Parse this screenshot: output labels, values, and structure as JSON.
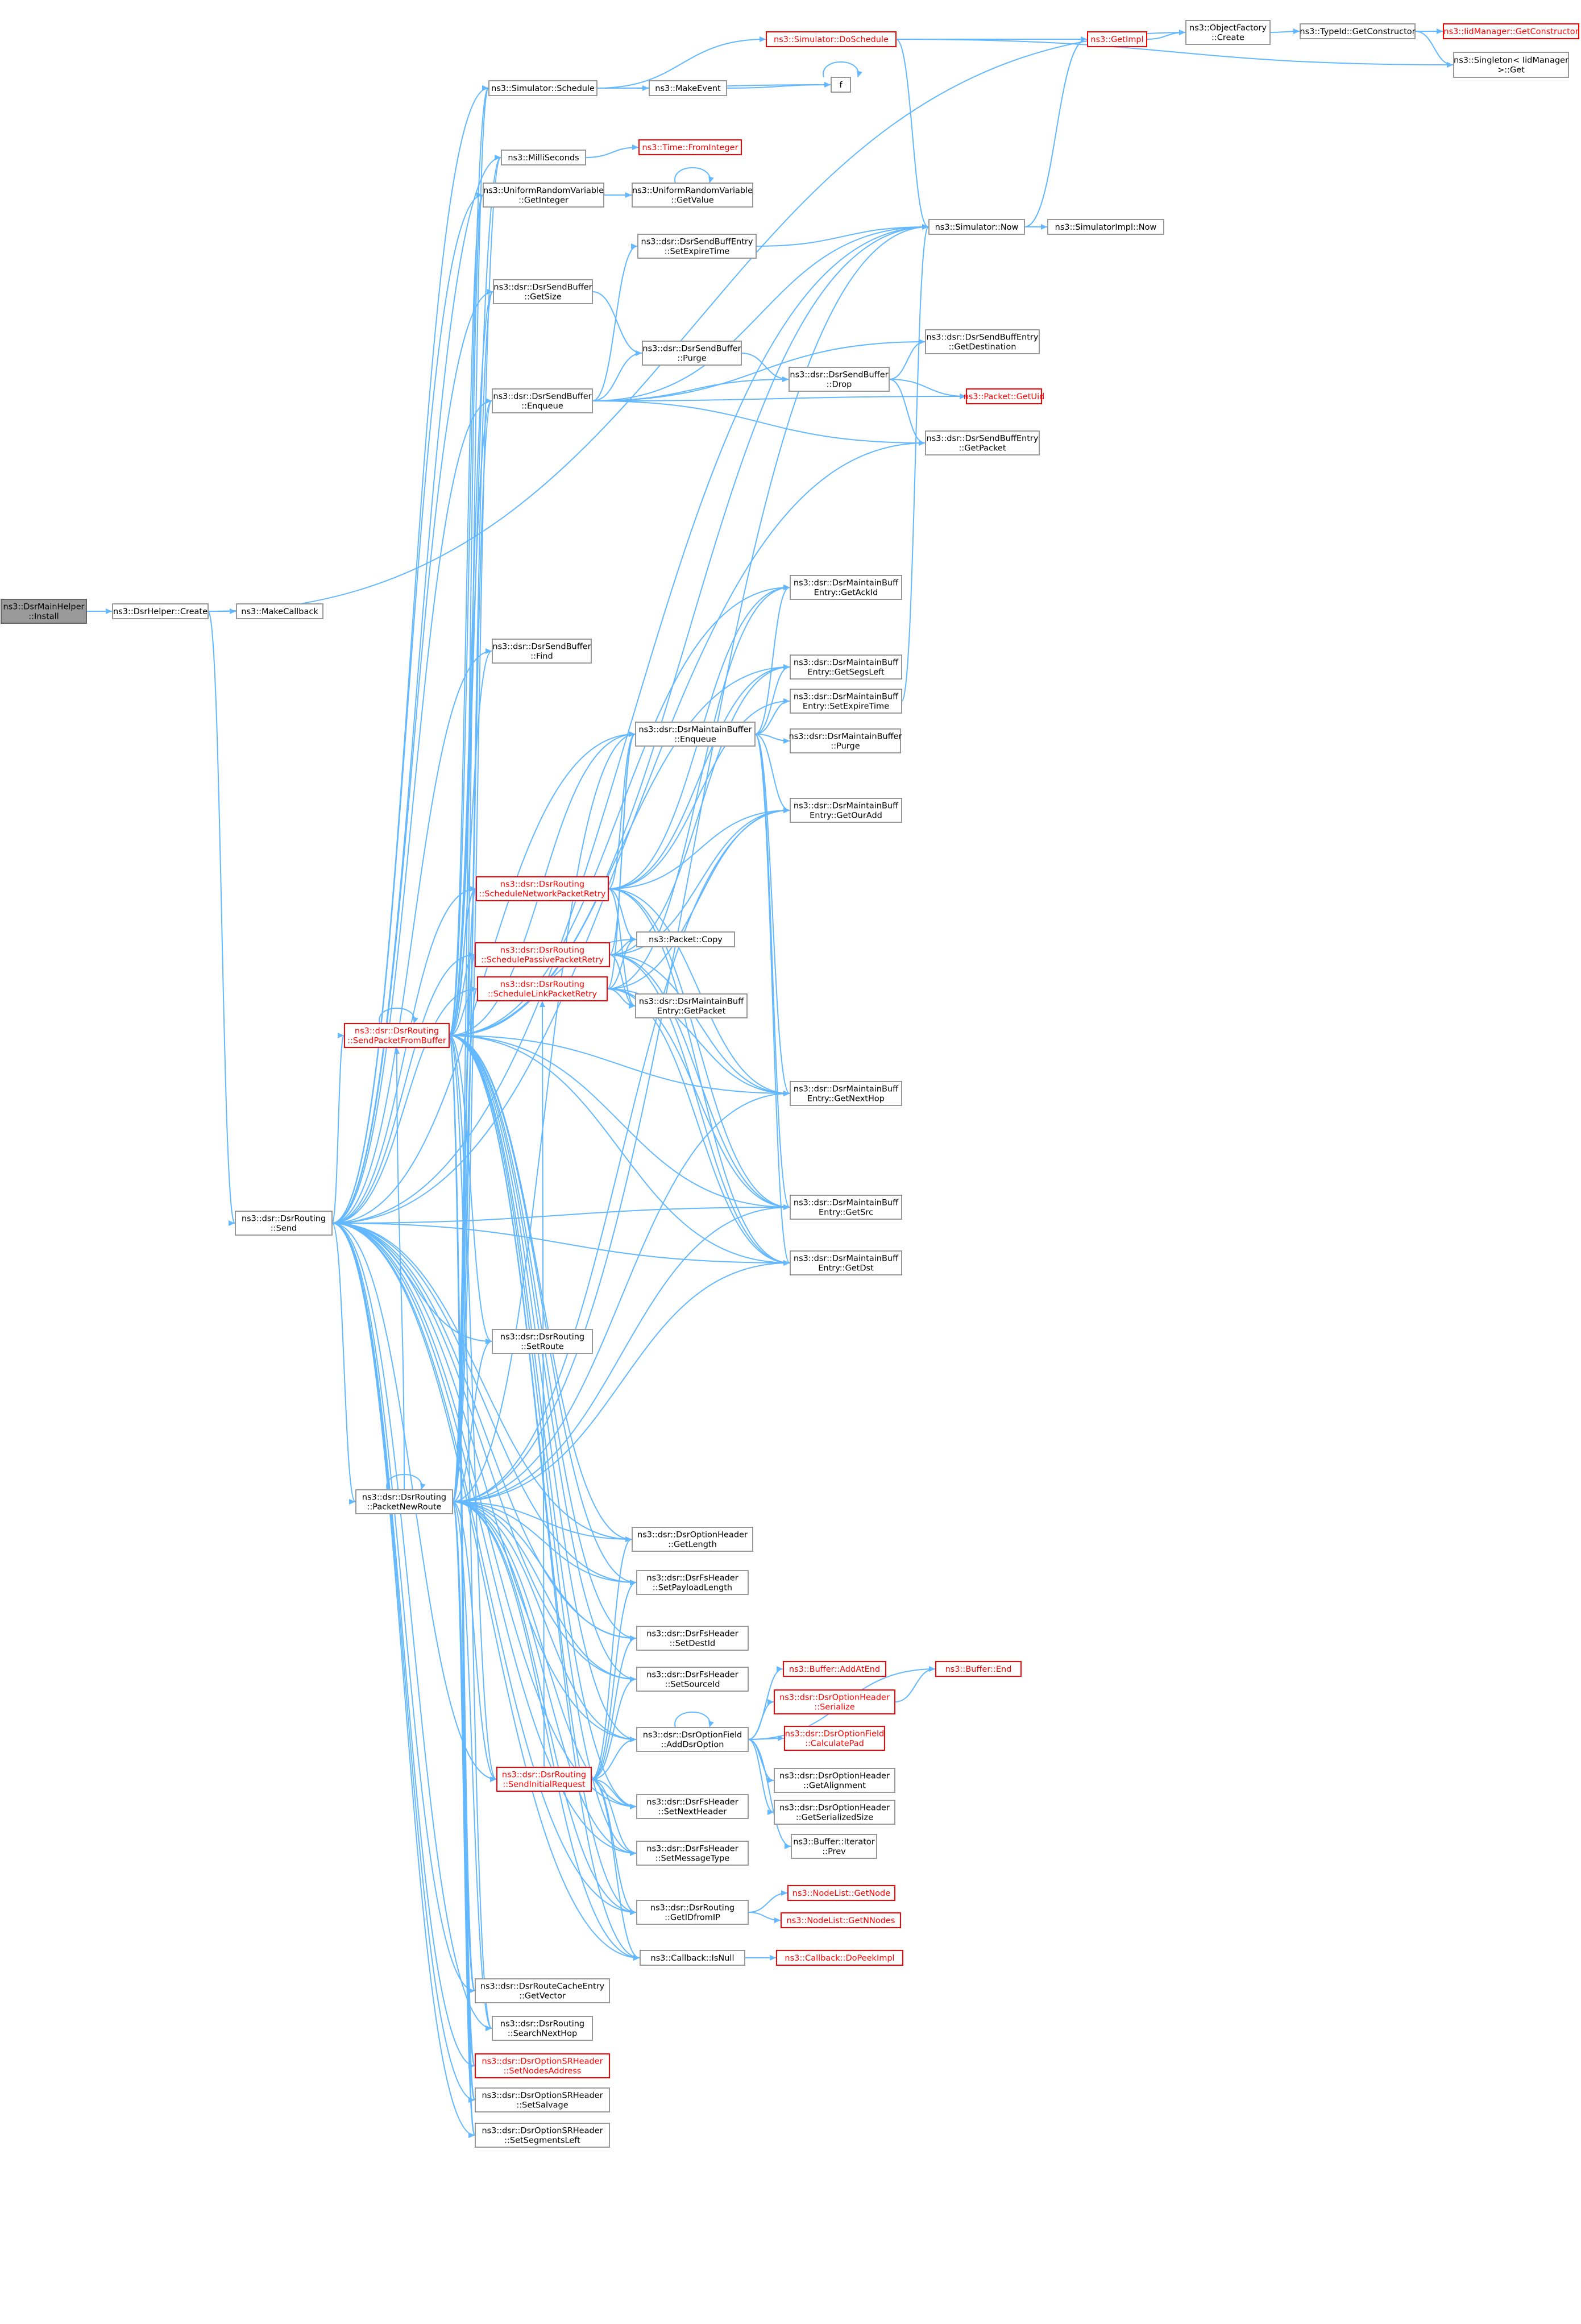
{
  "diagram": {
    "type": "call-graph",
    "nodes": [
      {
        "id": "install",
        "lines": [
          "ns3::DsrMainHelper",
          "::Install"
        ],
        "style": "root"
      },
      {
        "id": "dsrhelper_create",
        "lines": [
          "ns3::DsrHelper::Create"
        ]
      },
      {
        "id": "makecallback",
        "lines": [
          "ns3::MakeCallback"
        ]
      },
      {
        "id": "objectfactory_create",
        "lines": [
          "ns3::ObjectFactory",
          "::Create"
        ]
      },
      {
        "id": "typeid_getconstructor",
        "lines": [
          "ns3::TypeId::GetConstructor"
        ]
      },
      {
        "id": "iidmanager_getconstructor",
        "lines": [
          "ns3::IidManager::GetConstructor"
        ],
        "style": "red"
      },
      {
        "id": "singleton_get",
        "lines": [
          "ns3::Singleton< IidManager",
          "  >::Get"
        ]
      },
      {
        "id": "doschedule",
        "lines": [
          "ns3::Simulator::DoSchedule"
        ],
        "style": "red"
      },
      {
        "id": "getimpl",
        "lines": [
          "ns3::GetImpl"
        ],
        "style": "red"
      },
      {
        "id": "schedule",
        "lines": [
          "ns3::Simulator::Schedule"
        ]
      },
      {
        "id": "f",
        "lines": [
          "f"
        ]
      },
      {
        "id": "makeevent",
        "lines": [
          "ns3::MakeEvent"
        ]
      },
      {
        "id": "milliseconds",
        "lines": [
          "ns3::MilliSeconds"
        ]
      },
      {
        "id": "fromint",
        "lines": [
          "ns3::Time::FromInteger"
        ],
        "style": "red"
      },
      {
        "id": "urv_getint",
        "lines": [
          "ns3::UniformRandomVariable",
          "::GetInteger"
        ]
      },
      {
        "id": "urv_getval",
        "lines": [
          "ns3::UniformRandomVariable",
          "::GetValue"
        ]
      },
      {
        "id": "now",
        "lines": [
          "ns3::Simulator::Now"
        ]
      },
      {
        "id": "implnow",
        "lines": [
          "ns3::SimulatorImpl::Now"
        ]
      },
      {
        "id": "sb_getsize",
        "lines": [
          "ns3::dsr::DsrSendBuffer",
          "::GetSize"
        ]
      },
      {
        "id": "sbe_setexpire",
        "lines": [
          "ns3::dsr::DsrSendBuffEntry",
          "::SetExpireTime"
        ]
      },
      {
        "id": "sbe_getdest",
        "lines": [
          "ns3::dsr::DsrSendBuffEntry",
          "::GetDestination"
        ]
      },
      {
        "id": "sb_purge",
        "lines": [
          "ns3::dsr::DsrSendBuffer",
          "::Purge"
        ]
      },
      {
        "id": "sb_enqueue",
        "lines": [
          "ns3::dsr::DsrSendBuffer",
          "::Enqueue"
        ]
      },
      {
        "id": "sb_drop",
        "lines": [
          "ns3::dsr::DsrSendBuffer",
          "::Drop"
        ]
      },
      {
        "id": "getuid",
        "lines": [
          "ns3::Packet::GetUid"
        ],
        "style": "red"
      },
      {
        "id": "sbe_getpacket",
        "lines": [
          "ns3::dsr::DsrSendBuffEntry",
          "::GetPacket"
        ]
      },
      {
        "id": "mbe_getackid",
        "lines": [
          "ns3::dsr::DsrMaintainBuff",
          "Entry::GetAckId"
        ]
      },
      {
        "id": "sb_find",
        "lines": [
          "ns3::dsr::DsrSendBuffer",
          "::Find"
        ]
      },
      {
        "id": "mbe_getsegsleft",
        "lines": [
          "ns3::dsr::DsrMaintainBuff",
          "Entry::GetSegsLeft"
        ]
      },
      {
        "id": "mbe_setexpire",
        "lines": [
          "ns3::dsr::DsrMaintainBuff",
          "Entry::SetExpireTime"
        ]
      },
      {
        "id": "mb_enqueue",
        "lines": [
          "ns3::dsr::DsrMaintainBuffer",
          "::Enqueue"
        ]
      },
      {
        "id": "mb_purge",
        "lines": [
          "ns3::dsr::DsrMaintainBuffer",
          "::Purge"
        ]
      },
      {
        "id": "mbe_getouradd",
        "lines": [
          "ns3::dsr::DsrMaintainBuff",
          "Entry::GetOurAdd"
        ]
      },
      {
        "id": "sched_network",
        "lines": [
          "ns3::dsr::DsrRouting",
          "::ScheduleNetworkPacketRetry"
        ],
        "style": "red"
      },
      {
        "id": "pkt_copy",
        "lines": [
          "ns3::Packet::Copy"
        ]
      },
      {
        "id": "sched_passive",
        "lines": [
          "ns3::dsr::DsrRouting",
          "::SchedulePassivePacketRetry"
        ],
        "style": "red"
      },
      {
        "id": "sched_link",
        "lines": [
          "ns3::dsr::DsrRouting",
          "::ScheduleLinkPacketRetry"
        ],
        "style": "red"
      },
      {
        "id": "mbe_getpacket",
        "lines": [
          "ns3::dsr::DsrMaintainBuff",
          "Entry::GetPacket"
        ]
      },
      {
        "id": "sendfrombuffer",
        "lines": [
          "ns3::dsr::DsrRouting",
          "::SendPacketFromBuffer"
        ],
        "style": "red"
      },
      {
        "id": "mbe_getnexthop",
        "lines": [
          "ns3::dsr::DsrMaintainBuff",
          "Entry::GetNextHop"
        ]
      },
      {
        "id": "send",
        "lines": [
          "ns3::dsr::DsrRouting",
          "::Send"
        ]
      },
      {
        "id": "mbe_getsrc",
        "lines": [
          "ns3::dsr::DsrMaintainBuff",
          "Entry::GetSrc"
        ]
      },
      {
        "id": "mbe_getdst",
        "lines": [
          "ns3::dsr::DsrMaintainBuff",
          "Entry::GetDst"
        ]
      },
      {
        "id": "setroute",
        "lines": [
          "ns3::dsr::DsrRouting",
          "::SetRoute"
        ]
      },
      {
        "id": "packetnewroute",
        "lines": [
          "ns3::dsr::DsrRouting",
          "::PacketNewRoute"
        ]
      },
      {
        "id": "oh_getlength",
        "lines": [
          "ns3::dsr::DsrOptionHeader",
          "::GetLength"
        ]
      },
      {
        "id": "fs_setpayload",
        "lines": [
          "ns3::dsr::DsrFsHeader",
          "::SetPayloadLength"
        ]
      },
      {
        "id": "fs_setdestid",
        "lines": [
          "ns3::dsr::DsrFsHeader",
          "::SetDestId"
        ]
      },
      {
        "id": "buf_addatend",
        "lines": [
          "ns3::Buffer::AddAtEnd"
        ],
        "style": "red"
      },
      {
        "id": "buf_end",
        "lines": [
          "ns3::Buffer::End"
        ],
        "style": "red"
      },
      {
        "id": "oh_serialize",
        "lines": [
          "ns3::dsr::DsrOptionHeader",
          "::Serialize"
        ],
        "style": "red"
      },
      {
        "id": "fs_setsourceid",
        "lines": [
          "ns3::dsr::DsrFsHeader",
          "::SetSourceId"
        ]
      },
      {
        "id": "of_calcpad",
        "lines": [
          "ns3::dsr::DsrOptionField",
          "::CalculatePad"
        ],
        "style": "red"
      },
      {
        "id": "of_adddsroption",
        "lines": [
          "ns3::dsr::DsrOptionField",
          "::AddDsrOption"
        ]
      },
      {
        "id": "oh_getalign",
        "lines": [
          "ns3::dsr::DsrOptionHeader",
          "::GetAlignment"
        ]
      },
      {
        "id": "sendinitialrequest",
        "lines": [
          "ns3::dsr::DsrRouting",
          "::SendInitialRequest"
        ],
        "style": "red"
      },
      {
        "id": "oh_getsersize",
        "lines": [
          "ns3::dsr::DsrOptionHeader",
          "::GetSerializedSize"
        ]
      },
      {
        "id": "fs_setnextheader",
        "lines": [
          "ns3::dsr::DsrFsHeader",
          "::SetNextHeader"
        ]
      },
      {
        "id": "bufit_prev",
        "lines": [
          "ns3::Buffer::Iterator",
          "::Prev"
        ]
      },
      {
        "id": "fs_setmsgtype",
        "lines": [
          "ns3::dsr::DsrFsHeader",
          "::SetMessageType"
        ]
      },
      {
        "id": "nl_getnode",
        "lines": [
          "ns3::NodeList::GetNode"
        ],
        "style": "red"
      },
      {
        "id": "getidfromip",
        "lines": [
          "ns3::dsr::DsrRouting",
          "::GetIDfromIP"
        ]
      },
      {
        "id": "nl_getnnodes",
        "lines": [
          "ns3::NodeList::GetNNodes"
        ],
        "style": "red"
      },
      {
        "id": "cb_isnull",
        "lines": [
          "ns3::Callback::IsNull"
        ]
      },
      {
        "id": "cb_dopeekimpl",
        "lines": [
          "ns3::Callback::DoPeekImpl"
        ],
        "style": "red"
      },
      {
        "id": "rce_getvector",
        "lines": [
          "ns3::dsr::DsrRouteCacheEntry",
          "::GetVector"
        ]
      },
      {
        "id": "searchnexthop",
        "lines": [
          "ns3::dsr::DsrRouting",
          "::SearchNextHop"
        ]
      },
      {
        "id": "sr_setnodes",
        "lines": [
          "ns3::dsr::DsrOptionSRHeader",
          "::SetNodesAddress"
        ],
        "style": "red"
      },
      {
        "id": "sr_setsalvage",
        "lines": [
          "ns3::dsr::DsrOptionSRHeader",
          "::SetSalvage"
        ]
      },
      {
        "id": "sr_setsegleft",
        "lines": [
          "ns3::dsr::DsrOptionSRHeader",
          "::SetSegmentsLeft"
        ]
      }
    ]
  }
}
